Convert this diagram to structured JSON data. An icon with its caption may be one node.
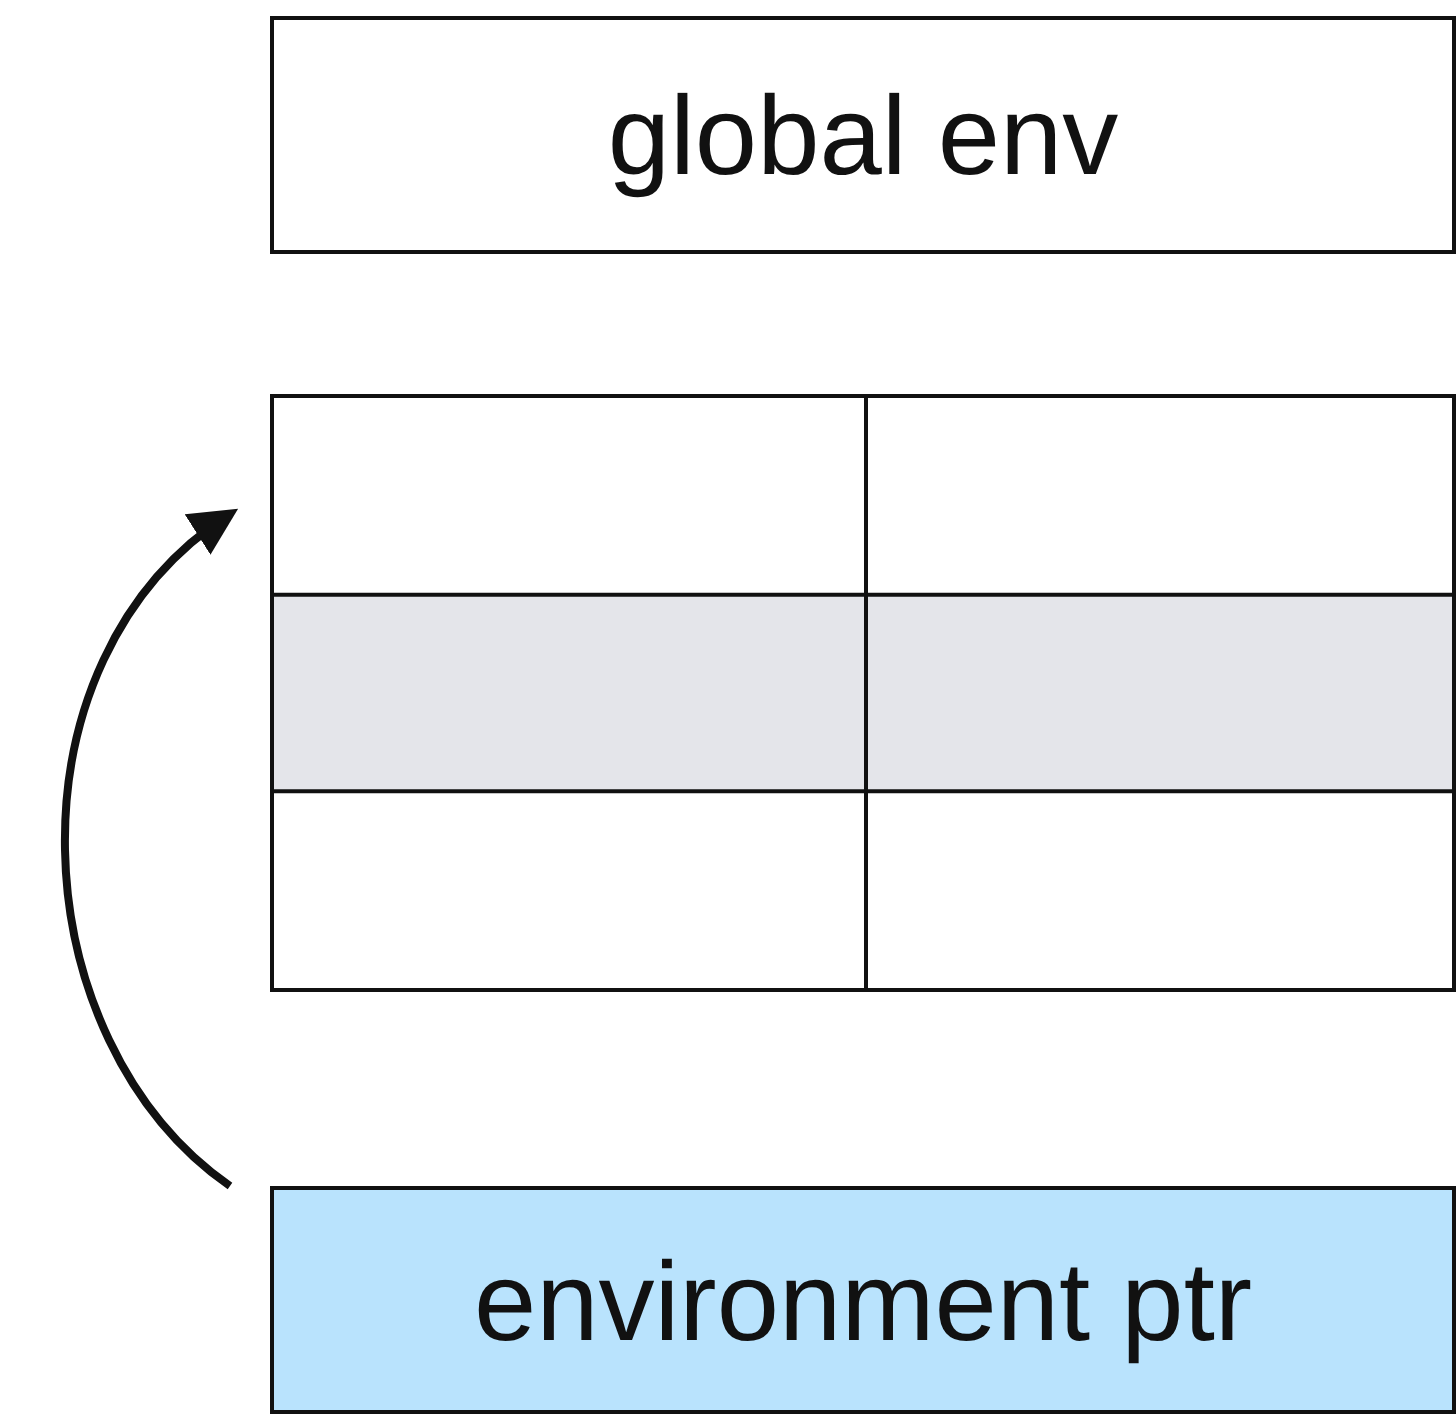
{
  "diagram": {
    "nodes": [
      {
        "text": [
          "global env"
        ]
      },
      {
        "text": [],
        "shape": "box"
      },
      {
        "text": [
          "environment ptr"
        ]
      }
    ],
    "edges": [
      {
        "from": 2,
        "to": 1,
        "arrow": "to"
      }
    ]
  }
}
